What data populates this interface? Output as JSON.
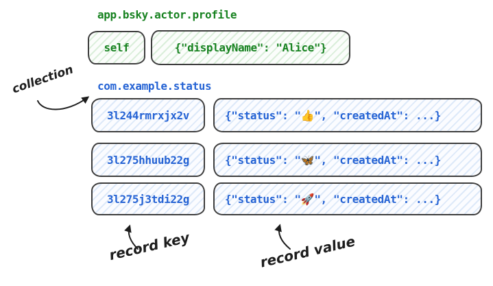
{
  "colors": {
    "green_text": "#178220",
    "blue_text": "#2563d4",
    "box_border": "#3d3d3d",
    "green_hatch": "#daeeda",
    "blue_hatch": "#dde9f9",
    "annotation_ink": "#1d1d1d",
    "background": "#ffffff"
  },
  "profile_section": {
    "title": "app.bsky.actor.profile",
    "record": {
      "key": "self",
      "value": "{\"displayName\": \"Alice\"}"
    }
  },
  "status_section": {
    "title": "com.example.status",
    "records": [
      {
        "key": "3l244rmrxjx2v",
        "value": "{\"status\": \"👍\", \"createdAt\": ...}"
      },
      {
        "key": "3l275hhuub22g",
        "value": "{\"status\": \"🦋\", \"createdAt\": ...}"
      },
      {
        "key": "3l275j3tdi22g",
        "value": "{\"status\": \"🚀\", \"createdAt\": ...}"
      }
    ]
  },
  "annotations": {
    "collection": "collection",
    "record_key": "record key",
    "record_value": "record value"
  }
}
